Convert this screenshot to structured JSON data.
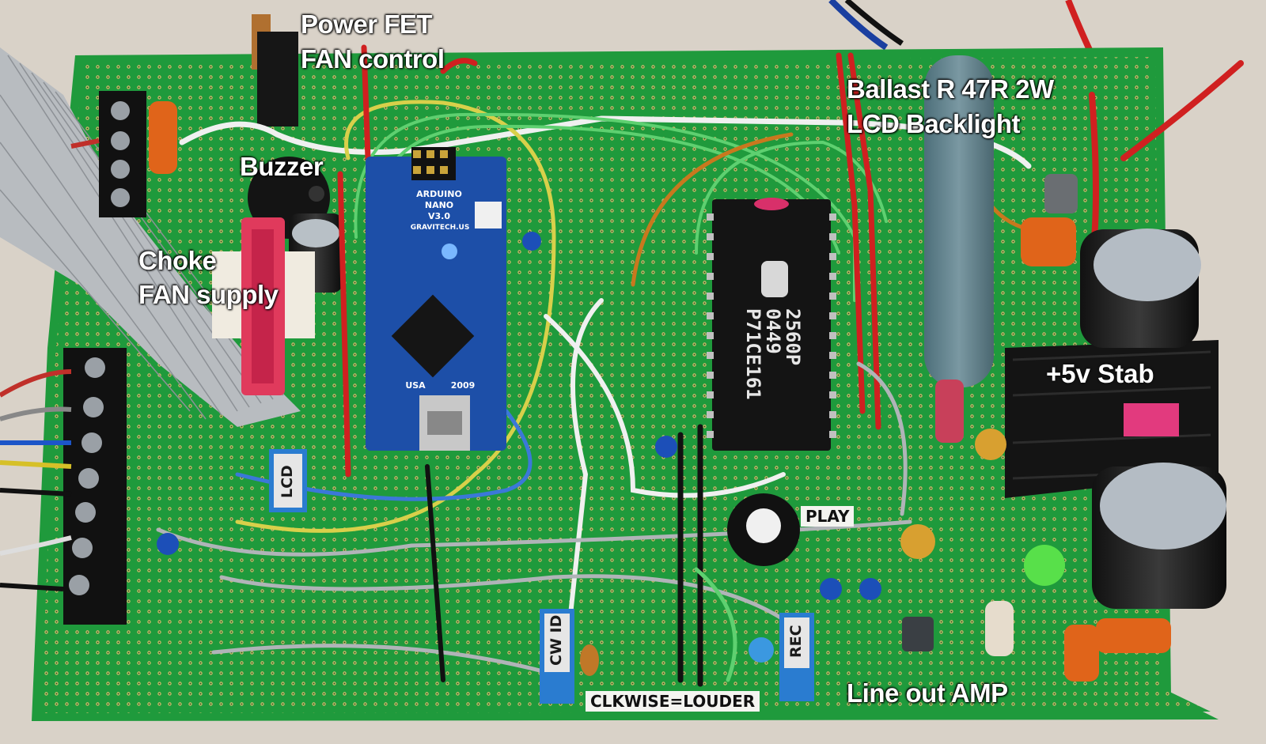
{
  "labels": {
    "power_fet": [
      "Power FET",
      "FAN control"
    ],
    "buzzer": "Buzzer",
    "choke": [
      "Choke",
      "FAN supply"
    ],
    "ballast": [
      "Ballast R 47R 2W",
      "LCD Backlight"
    ],
    "stab": "+5v Stab",
    "line_out": "Line out AMP"
  },
  "component_tags": {
    "play": "PLAY",
    "clkwise": "CLKWISE=LOUDER",
    "lcd": "LCD",
    "cw_id": "CW ID",
    "rec": "REC"
  },
  "chip": {
    "line1": "2560P",
    "line2": "0449",
    "line3": "P71CE161"
  },
  "arduino": {
    "model": "ARDUINO",
    "name": "NANO",
    "version": "V3.0",
    "maker": "GRAVITECH.US",
    "year": "2009",
    "country": "USA"
  },
  "colors": {
    "board": "#1f9a3c",
    "label_text": "#ffffff"
  }
}
